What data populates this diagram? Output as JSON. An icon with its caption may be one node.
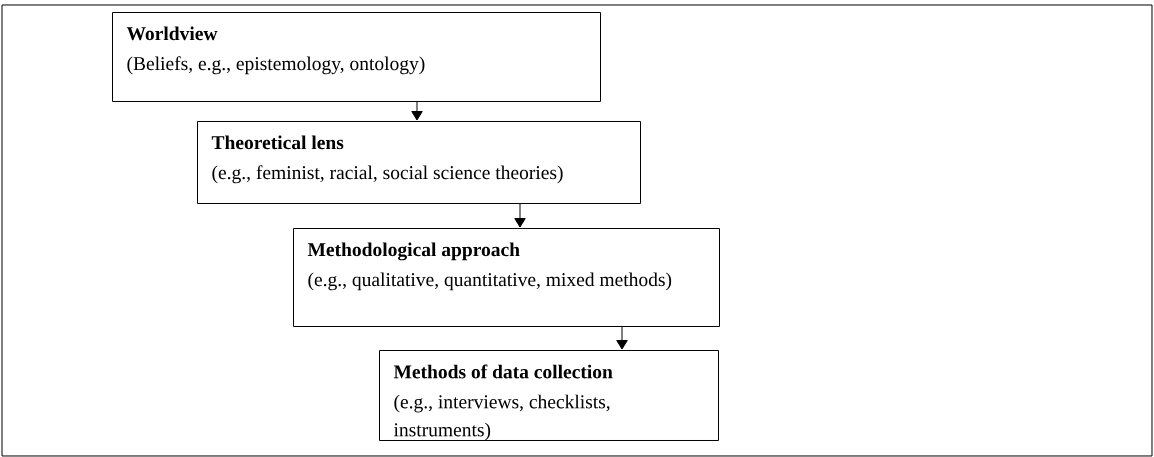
{
  "diagram": {
    "nodes": [
      {
        "text": [
          "Worldview",
          "(Beliefs, e.g., epistemology, ontology)"
        ]
      },
      {
        "text": [
          "Theoretical lens",
          "(e.g., feminist, racial, social science theories)"
        ]
      },
      {
        "text": [
          "Methodological approach",
          "(e.g., qualitative, quantitative, mixed methods)"
        ]
      },
      {
        "text": [
          "Methods of data collection",
          "(e.g., interviews, checklists, instruments)"
        ]
      }
    ],
    "edges": [
      {
        "from": 0,
        "to": 1,
        "arrow": "to"
      },
      {
        "from": 1,
        "to": 2,
        "arrow": "to"
      },
      {
        "from": 2,
        "to": 3,
        "arrow": "to"
      }
    ]
  }
}
